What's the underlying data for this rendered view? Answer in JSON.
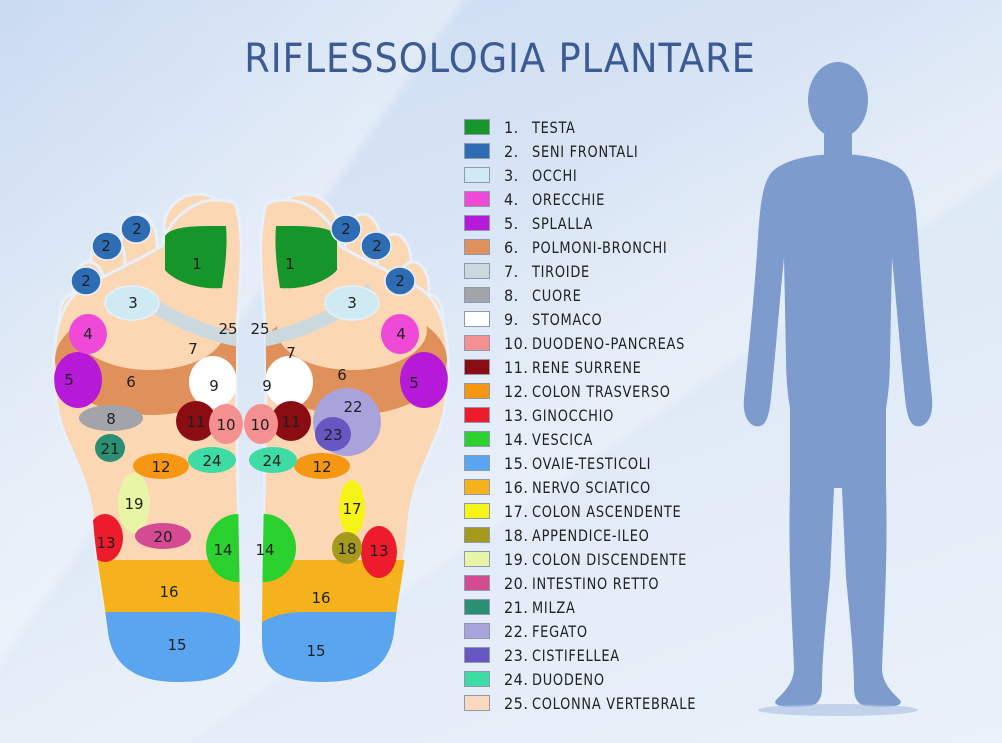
{
  "title": "RIFLESSOLOGIA PLANTARE",
  "legend": [
    {
      "num": "1.",
      "label": "TESTA",
      "color": "#16952a"
    },
    {
      "num": "2.",
      "label": "SENI FRONTALI",
      "color": "#2e6db4"
    },
    {
      "num": "3.",
      "label": "OCCHI",
      "color": "#cfeaf2"
    },
    {
      "num": "4.",
      "label": "ORECCHIE",
      "color": "#ef4ad7"
    },
    {
      "num": "5.",
      "label": "SPLALLA",
      "color": "#b719d8"
    },
    {
      "num": "6.",
      "label": "POLMONI-BRONCHI",
      "color": "#df905b"
    },
    {
      "num": "7.",
      "label": "TIROIDE",
      "color": "#cbd9df"
    },
    {
      "num": "8.",
      "label": "CUORE",
      "color": "#a3a4aa"
    },
    {
      "num": "9.",
      "label": "STOMACO",
      "color": "#ffffff"
    },
    {
      "num": "10.",
      "label": "DUODENO-PANCREAS",
      "color": "#f49090"
    },
    {
      "num": "11.",
      "label": "RENE SURRENE",
      "color": "#8a0d13"
    },
    {
      "num": "12.",
      "label": "COLON TRASVERSO",
      "color": "#f59712"
    },
    {
      "num": "13.",
      "label": "GINOCCHIO",
      "color": "#ec1c2c"
    },
    {
      "num": "14.",
      "label": "VESCICA",
      "color": "#2ad12f"
    },
    {
      "num": "15.",
      "label": "OVAIE-TESTICOLI",
      "color": "#5aa5ef"
    },
    {
      "num": "16.",
      "label": "NERVO SCIATICO",
      "color": "#f6b21c"
    },
    {
      "num": "17.",
      "label": "COLON ASCENDENTE",
      "color": "#f6f318"
    },
    {
      "num": "18.",
      "label": "APPENDICE-ILEO",
      "color": "#a59a1c"
    },
    {
      "num": "19.",
      "label": "COLON DISCENDENTE",
      "color": "#e8f5a7"
    },
    {
      "num": "20.",
      "label": "INTESTINO RETTO",
      "color": "#d44a93"
    },
    {
      "num": "21.",
      "label": "MILZA",
      "color": "#2a8f73"
    },
    {
      "num": "22.",
      "label": "FEGATO",
      "color": "#a9a3dc"
    },
    {
      "num": "23.",
      "label": "CISTIFELLEA",
      "color": "#6856c2"
    },
    {
      "num": "24.",
      "label": "DUODENO",
      "color": "#3fdba4"
    },
    {
      "num": "25.",
      "label": "COLONNA VERTEBRALE",
      "color": "#fad9bf"
    }
  ],
  "foot_labels": {
    "n1": "1",
    "n2": "2",
    "n3": "3",
    "n4": "4",
    "n5": "5",
    "n6": "6",
    "n7": "7",
    "n8": "8",
    "n9": "9",
    "n10": "10",
    "n11": "11",
    "n12": "12",
    "n13": "13",
    "n14": "14",
    "n15": "15",
    "n16": "16",
    "n17": "17",
    "n18": "18",
    "n19": "19",
    "n20": "20",
    "n21": "21",
    "n22": "22",
    "n23": "23",
    "n24": "24",
    "n25": "25"
  },
  "colors": {
    "title": "#3b5b92",
    "skin": "#fbd7b4",
    "silhouette": "#7d9bcd"
  }
}
